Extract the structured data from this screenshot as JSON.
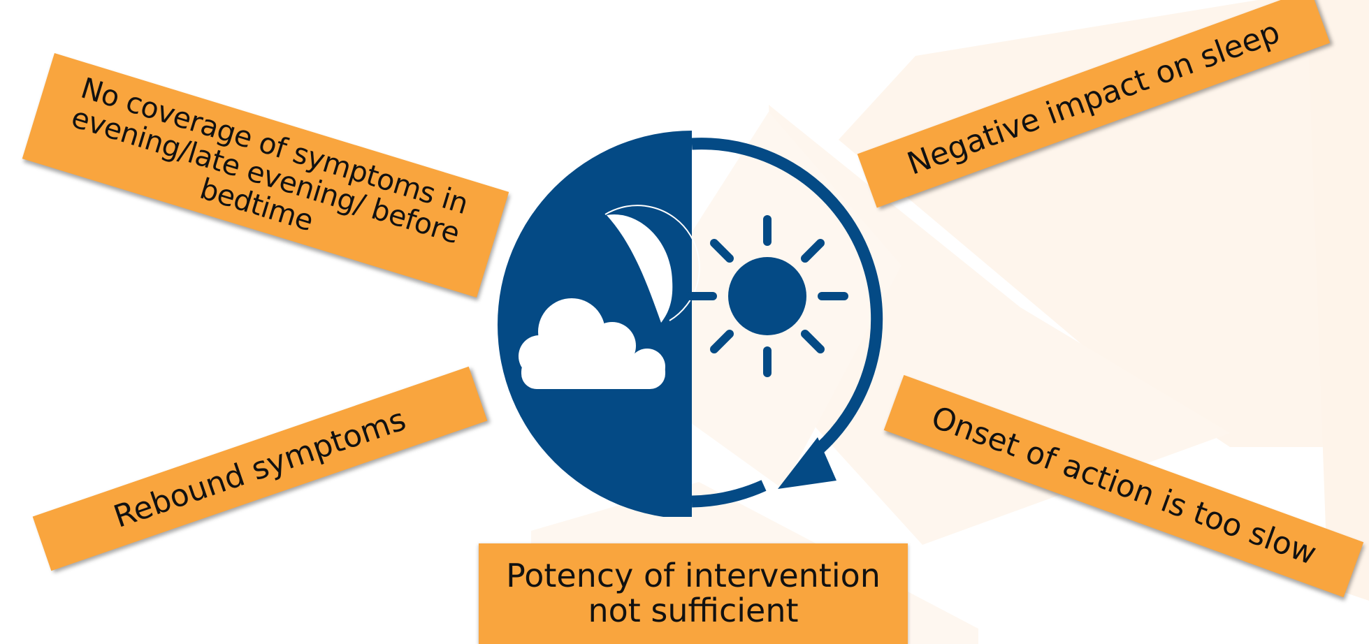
{
  "colors": {
    "box_fill": "#f9a53e",
    "icon_blue": "#044a85",
    "background_shape": "#fef4ea"
  },
  "icon": "day-night-cycle-icon",
  "labels": {
    "no_coverage": "No coverage of symptoms in evening/late evening/ before bedtime",
    "sleep": "Negative impact on sleep",
    "rebound": "Rebound symptoms",
    "onset": "Onset of action is too slow",
    "potency": "Potency of intervention not sufficient"
  }
}
